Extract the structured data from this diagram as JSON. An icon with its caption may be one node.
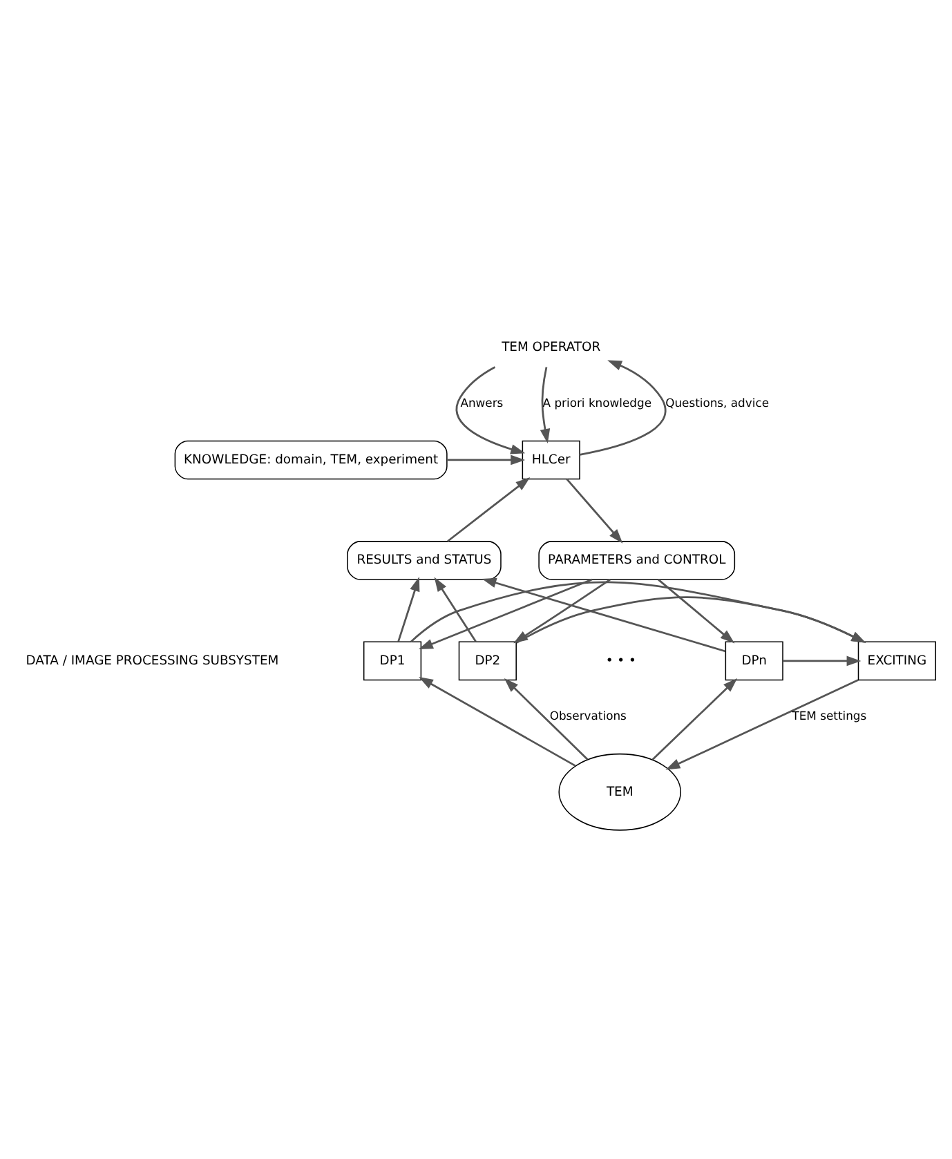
{
  "diagram": {
    "nodes": [
      {
        "text": [
          "TEM OPERATOR"
        ]
      },
      {
        "text": [
          "KNOWLEDGE: domain, TEM, experiment"
        ]
      },
      {
        "text": [
          "HLCer"
        ]
      },
      {
        "text": [
          "PARAMETERS and CONTROL"
        ]
      },
      {
        "text": [
          "RESULTS and STATUS"
        ]
      },
      {
        "text": [
          "DP1"
        ]
      },
      {
        "text": [
          "DP2"
        ]
      },
      {
        "text": [
          "DPn"
        ]
      },
      {
        "text": [
          "EXCITING"
        ]
      },
      {
        "text": [
          "TEM"
        ]
      }
    ],
    "edges": [
      {
        "from": 2,
        "to": 0,
        "arrow": "to",
        "label": "Questions, advice"
      },
      {
        "from": 0,
        "to": 2,
        "arrow": "to",
        "label": "Anwers"
      },
      {
        "from": 0,
        "to": 2,
        "arrow": "to",
        "label": "A priori knowledge"
      },
      {
        "from": 1,
        "to": 2,
        "arrow": "to"
      },
      {
        "from": 2,
        "to": 3,
        "arrow": "to"
      },
      {
        "from": 4,
        "to": 2,
        "arrow": "to"
      },
      {
        "from": 3,
        "to": 5,
        "arrow": "to"
      },
      {
        "from": 3,
        "to": 6,
        "arrow": "to"
      },
      {
        "from": 3,
        "to": 7,
        "arrow": "to"
      },
      {
        "from": 5,
        "to": 4,
        "arrow": "to"
      },
      {
        "from": 6,
        "to": 4,
        "arrow": "to"
      },
      {
        "from": 7,
        "to": 4,
        "arrow": "to"
      },
      {
        "from": 5,
        "to": 8,
        "arrow": "to"
      },
      {
        "from": 6,
        "to": 8,
        "arrow": "to"
      },
      {
        "from": 7,
        "to": 8,
        "arrow": "to"
      },
      {
        "from": 9,
        "to": 5,
        "arrow": "to"
      },
      {
        "from": 9,
        "to": 6,
        "arrow": "to",
        "label": "Observations"
      },
      {
        "from": 9,
        "to": 7,
        "arrow": "to"
      },
      {
        "from": 8,
        "to": 9,
        "arrow": "to",
        "label": "TEM settings"
      }
    ],
    "labels": [
      "• • •",
      "DATA / IMAGE PROCESSING SUBSYSTEM"
    ]
  }
}
